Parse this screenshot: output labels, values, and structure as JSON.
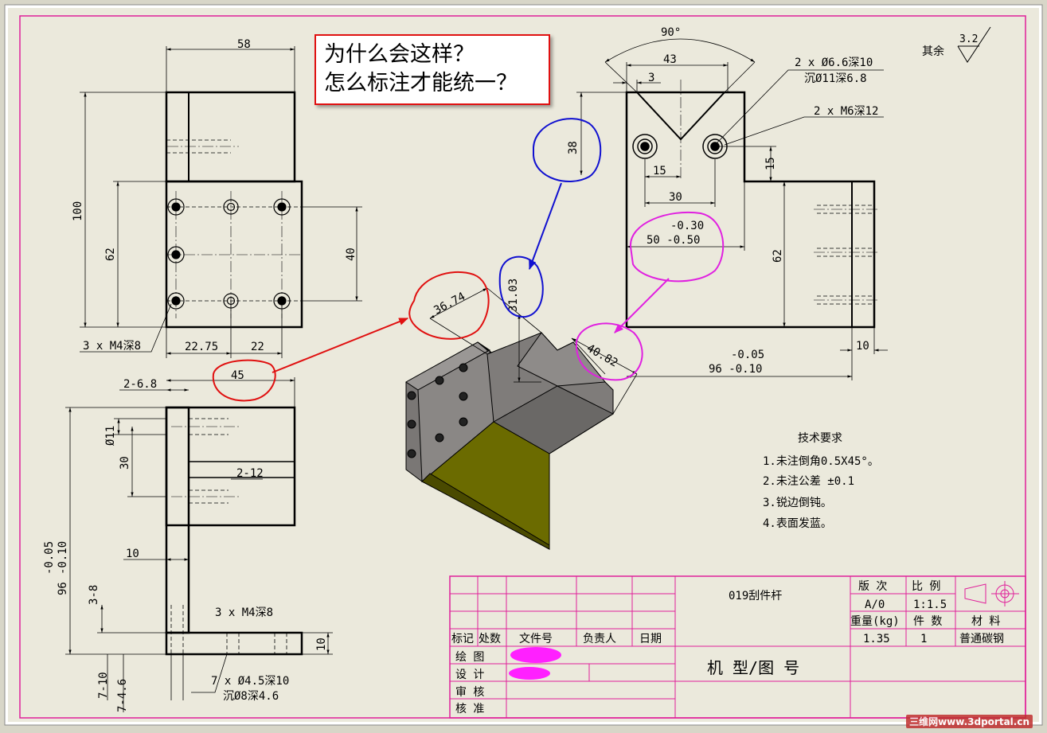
{
  "annotation": {
    "line1": "为什么会这样？",
    "line2": "怎么标注才能统一？"
  },
  "top_view": {
    "dim_width": "58",
    "dim_height": "100",
    "dim_62": "62",
    "dim_40": "40",
    "callout_holes": "3 x M4深8",
    "dim_22_75": "22.75",
    "dim_22": "22"
  },
  "side_view": {
    "dim_45": "45",
    "dim_2_6_8": "2-6.8",
    "dim_phi11": "Ø11",
    "dim_30": "30",
    "dim_2_12": "2-12",
    "tol_upper": "-0.05",
    "tol_lower": "-0.10",
    "dim_96": "96",
    "dim_10": "10",
    "dim_3_8": "3-8",
    "callout_m4": "3 x M4深8",
    "callout_holes_a": "7 x Ø4.5深10",
    "callout_holes_b": "沉Ø8深4.6",
    "dim_10b": "10",
    "dim_7_10": "7-10",
    "dim_7_4_6": "7-4.6"
  },
  "front_view": {
    "angle": "90°",
    "dim_43": "43",
    "dim_3": "3",
    "callout_a1": "2 x Ø6.6深10",
    "callout_a2": "沉Ø11深6.8",
    "callout_b": "2 x M6深12",
    "dim_38": "38",
    "dim_15": "15",
    "dim_15b": "15",
    "dim_30": "30",
    "tol_upper": "-0.30",
    "dim_50": "50 -0.50",
    "dim_62": "62",
    "tol_96_upper": "-0.05",
    "dim_96": "96 -0.10",
    "dim_10": "10"
  },
  "iso_view": {
    "dim_36_74": "36.74",
    "dim_31_03": "31.03",
    "dim_40_82": "40.82"
  },
  "surface": {
    "rest_label": "其余",
    "roughness": "3.2"
  },
  "tech_req": {
    "title": "技术要求",
    "items": [
      "1.未注倒角0.5X45°。",
      "2.未注公差 ±0.1",
      "3.锐边倒钝。",
      "4.表面发蓝。"
    ]
  },
  "title_block": {
    "part_name": "019刮件杆",
    "version_label": "版 次",
    "version_value": "A/0",
    "scale_label": "比 例",
    "scale_value": "1:1.5",
    "weight_label": "重量(kg)",
    "weight_value": "1.35",
    "qty_label": "件 数",
    "qty_value": "1",
    "material_label": "材 料",
    "material_value": "普通碳钢",
    "rev_mark": "标记",
    "rev_place": "处数",
    "rev_doc": "文件号",
    "rev_owner": "负责人",
    "rev_date": "日期",
    "draw": "绘  图",
    "design": "设  计",
    "review": "审  核",
    "approve": "核  准",
    "drawing_no": "机 型/图 号"
  },
  "watermark": "三维网www.3dportal.cn",
  "colors": {
    "frame": "#e0209a",
    "red": "#e01010",
    "blue": "#1010d0",
    "magenta": "#e020e0",
    "iso_gray": "#7a7775",
    "iso_olive": "#6b6b00"
  }
}
